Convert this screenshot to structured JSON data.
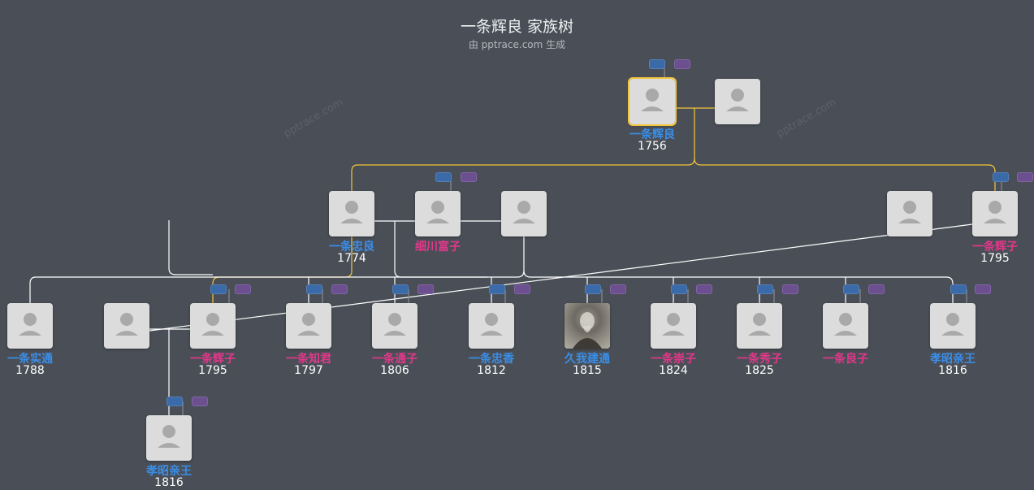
{
  "header": {
    "title": "一条辉良 家族树",
    "subtitle": "由 pptrace.com 生成",
    "watermark": "pptrace.com"
  },
  "colors": {
    "background": "#4a4f57",
    "male": "#3a8ee8",
    "female": "#e2378a",
    "highlight_line": "#f3c53a",
    "line": "#ffffff"
  },
  "people": [
    {
      "id": "p1",
      "name": "一条辉良",
      "gender": "m",
      "year": "1756",
      "selected": true,
      "badges": true
    },
    {
      "id": "p2",
      "name": "",
      "gender": "",
      "year": "",
      "badges": false
    },
    {
      "id": "p3",
      "name": "一条忠良",
      "gender": "m",
      "year": "1774",
      "badges": false
    },
    {
      "id": "p4",
      "name": "细川富子",
      "gender": "f",
      "year": "",
      "badges": true
    },
    {
      "id": "p5",
      "name": "",
      "gender": "",
      "year": "",
      "badges": false
    },
    {
      "id": "p6",
      "name": "",
      "gender": "",
      "year": "",
      "badges": false
    },
    {
      "id": "p7",
      "name": "一条辉子",
      "gender": "f",
      "year": "1795",
      "badges": true
    },
    {
      "id": "p8",
      "name": "一条实通",
      "gender": "m",
      "year": "1788",
      "badges": false
    },
    {
      "id": "p9",
      "name": "",
      "gender": "",
      "year": "",
      "badges": false
    },
    {
      "id": "p10",
      "name": "一条辉子",
      "gender": "f",
      "year": "1795",
      "badges": true
    },
    {
      "id": "p11",
      "name": "一条知君",
      "gender": "f",
      "year": "1797",
      "badges": true
    },
    {
      "id": "p12",
      "name": "一条通子",
      "gender": "f",
      "year": "1806",
      "badges": true
    },
    {
      "id": "p13",
      "name": "一条忠香",
      "gender": "m",
      "year": "1812",
      "badges": true
    },
    {
      "id": "p14",
      "name": "久我建通",
      "gender": "m",
      "year": "1815",
      "badges": true,
      "photo": true
    },
    {
      "id": "p15",
      "name": "一条崇子",
      "gender": "f",
      "year": "1824",
      "badges": true
    },
    {
      "id": "p16",
      "name": "一条秀子",
      "gender": "f",
      "year": "1825",
      "badges": true
    },
    {
      "id": "p17",
      "name": "一条良子",
      "gender": "f",
      "year": "",
      "badges": true
    },
    {
      "id": "p18",
      "name": "孝昭亲王",
      "gender": "m",
      "year": "1816",
      "badges": true
    },
    {
      "id": "p19",
      "name": "孝昭亲王",
      "gender": "m",
      "year": "1816",
      "badges": true
    }
  ]
}
